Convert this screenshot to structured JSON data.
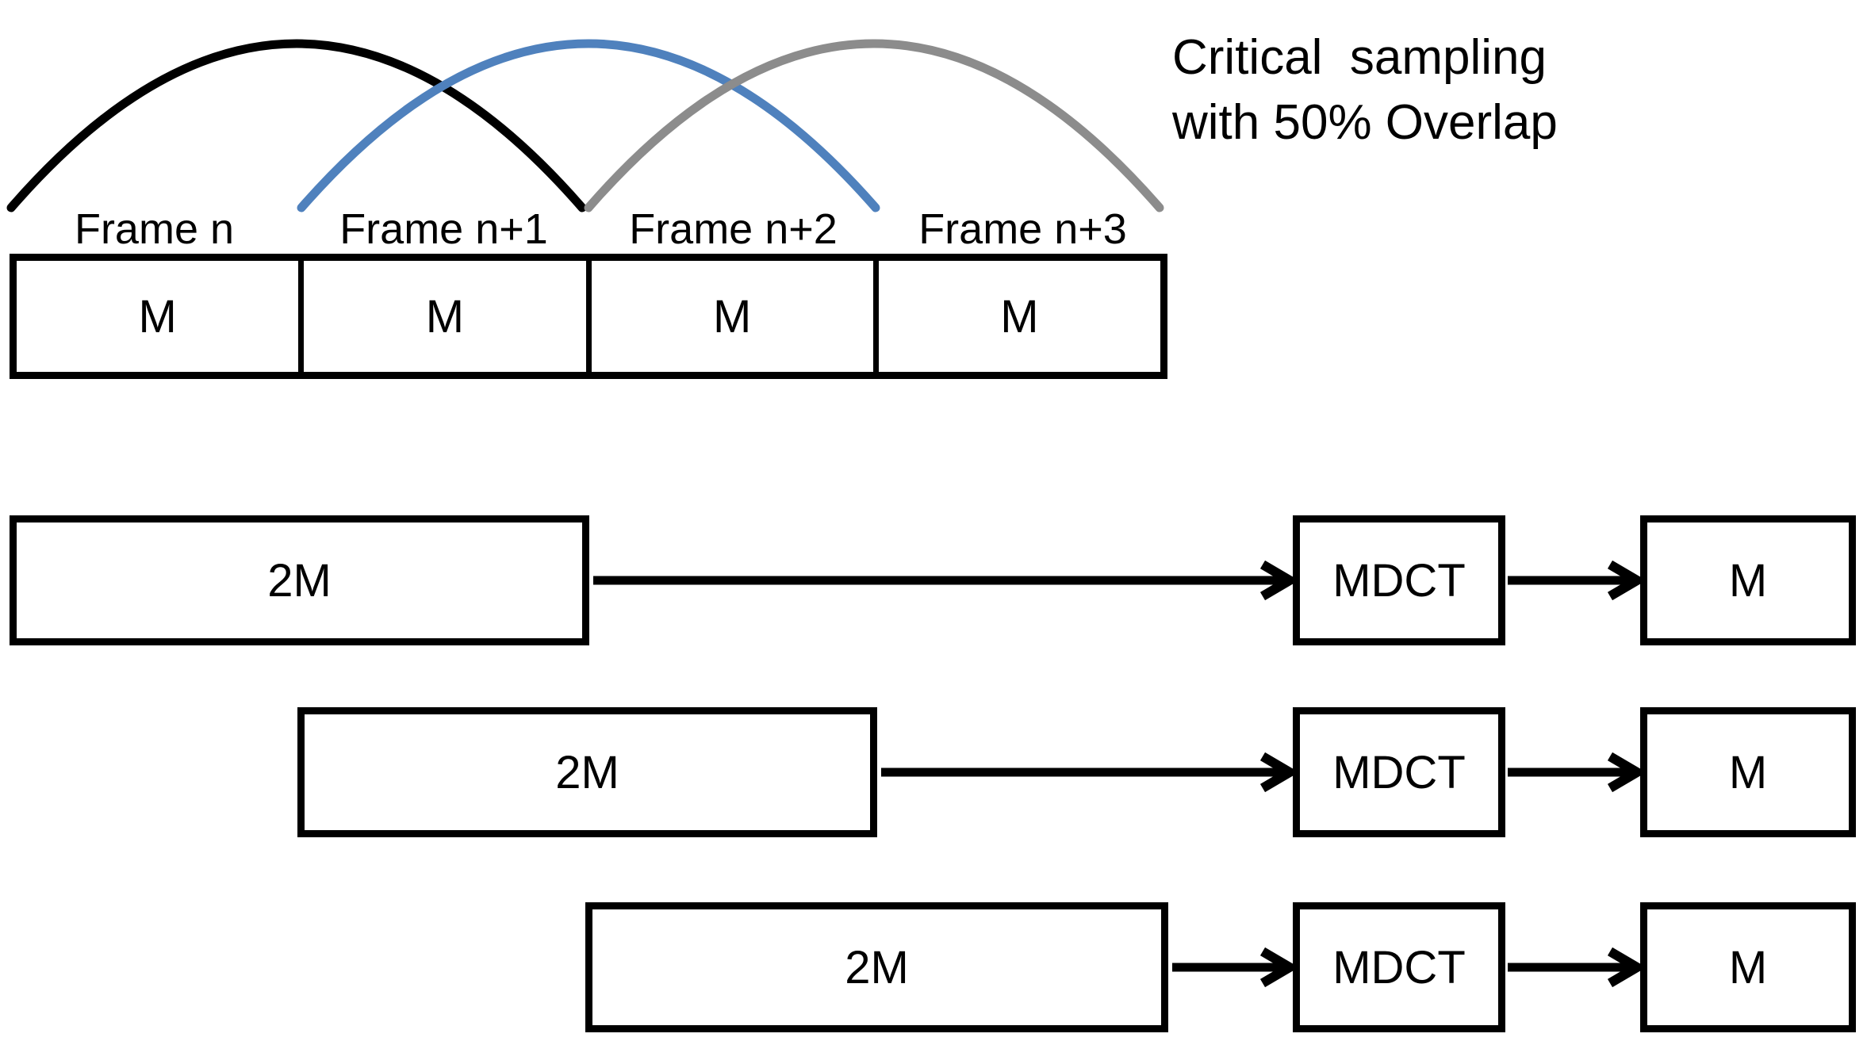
{
  "title": {
    "text": "Critical  sampling\nwith 50% Overlap"
  },
  "colors": {
    "window_frame_n": "#000000",
    "window_frame_n1": "#4f81bd",
    "window_frame_n2": "#8c8c8c",
    "arrow": "#000000",
    "box_border": "#000000",
    "background": "#ffffff"
  },
  "frames": {
    "labels": [
      "Frame n",
      "Frame n+1",
      "Frame n+2",
      "Frame n+3"
    ],
    "cells": [
      "M",
      "M",
      "M",
      "M"
    ]
  },
  "rows": [
    {
      "input": "2M",
      "transform": "MDCT",
      "output": "M"
    },
    {
      "input": "2M",
      "transform": "MDCT",
      "output": "M"
    },
    {
      "input": "2M",
      "transform": "MDCT",
      "output": "M"
    }
  ]
}
